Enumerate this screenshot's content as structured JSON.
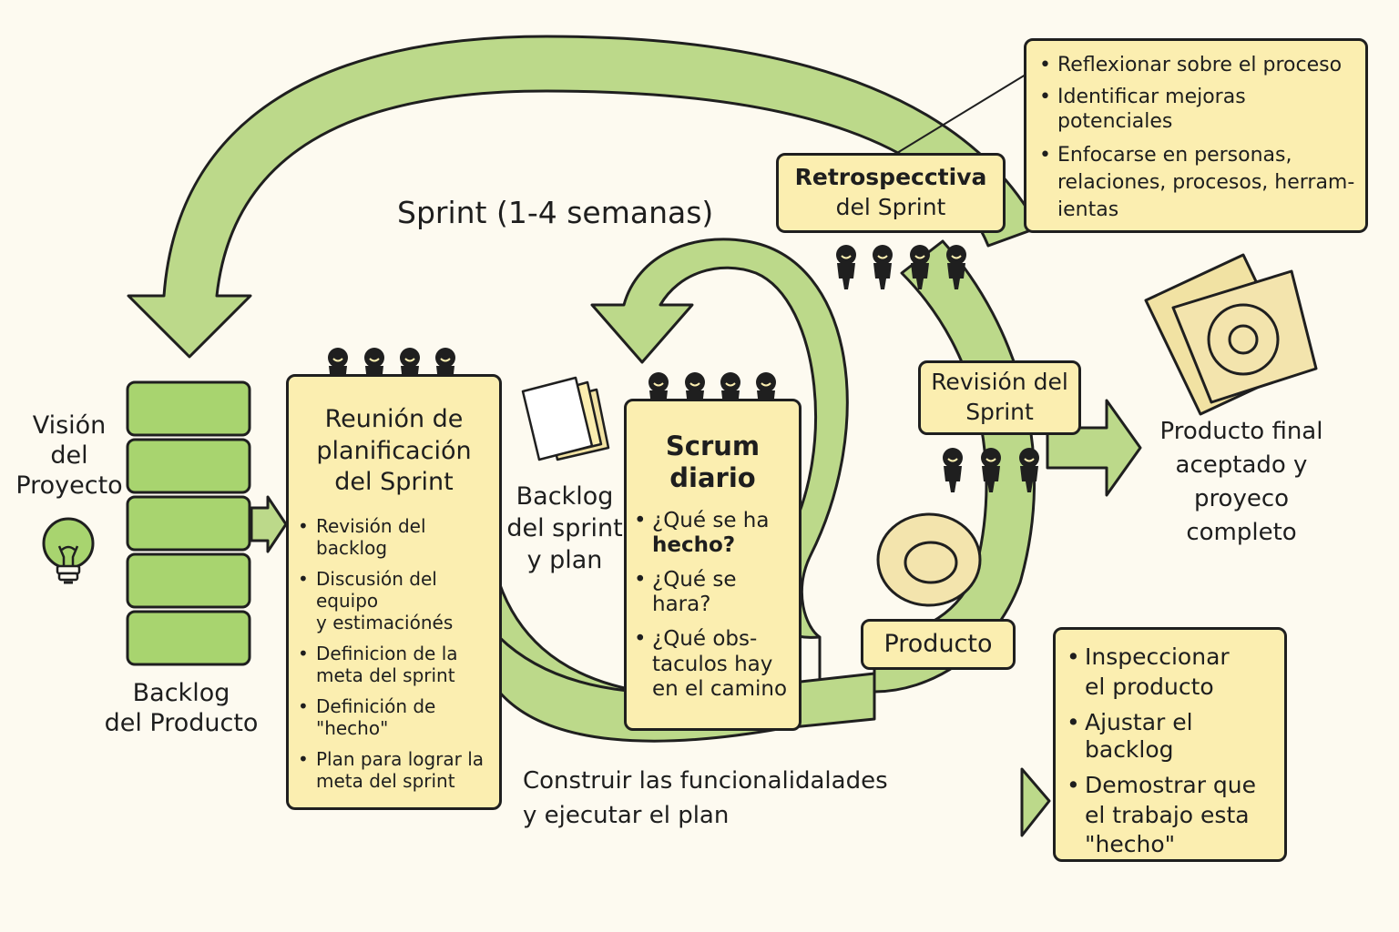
{
  "colors": {
    "arrow": "#bcd98a",
    "arrow_stroke": "#1f1f1f",
    "box": "#fbeeb0",
    "backlog_block": "#a8d46f",
    "background": "#fdfaf0",
    "people": "#1f1f1f"
  },
  "vision": {
    "label_lines": [
      "Visión",
      "del",
      "Proyecto"
    ],
    "icon": "lightbulb-icon"
  },
  "product_backlog": {
    "label_lines": [
      "Backlog",
      "del Producto"
    ],
    "block_count": 5
  },
  "sprint_loop_label": "Sprint (1-4 semanas)",
  "planning": {
    "title_lines": [
      "Reunión de",
      "planificación",
      "del Sprint"
    ],
    "items": [
      [
        "Revisión del backlog"
      ],
      [
        "Discusión del equipo",
        "y estimaciónés"
      ],
      [
        "Definicion de la",
        "meta del sprint"
      ],
      [
        "Definición de",
        "\"hecho\""
      ],
      [
        "Plan para lograr la",
        "meta del sprint"
      ]
    ]
  },
  "sprint_backlog": {
    "label_lines": [
      "Backlog",
      "del sprint",
      "y plan"
    ],
    "icon": "document-stack-icon"
  },
  "daily_scrum": {
    "title_lines": [
      "Scrum",
      "diario"
    ],
    "items": [
      [
        "¿Qué se ha",
        "hecho?"
      ],
      [
        "¿Qué se hara?"
      ],
      [
        "¿Qué obs-",
        "taculos hay",
        "en el camino"
      ]
    ]
  },
  "build_label_lines": [
    "Construir las funcionalidalades",
    "y ejecutar el plan"
  ],
  "retrospective": {
    "title_lines": [
      "Retrospecctiva",
      "del Sprint"
    ],
    "notes": [
      [
        "Reflexionar sobre el proceso"
      ],
      [
        "Identificar mejoras potenciales"
      ],
      [
        "Enfocarse en personas,",
        "relaciones, procesos, herram-",
        "ientas"
      ]
    ]
  },
  "review": {
    "title_lines": [
      "Revisión del",
      "Sprint"
    ],
    "notes": [
      [
        "Inspeccionar",
        "el producto"
      ],
      [
        "Ajustar el backlog"
      ],
      [
        "Demostrar que",
        "el trabajo esta",
        "\"hecho\""
      ]
    ]
  },
  "product_label": "Producto",
  "final_product": {
    "label_lines": [
      "Producto final",
      "aceptado y",
      "proyeco completo"
    ],
    "icon": "product-package-icon"
  },
  "people_groups": [
    {
      "name": "planning-team-icon",
      "count": 4
    },
    {
      "name": "daily-team-icon",
      "count": 4
    },
    {
      "name": "retro-team-icon",
      "count": 4
    },
    {
      "name": "review-team-icon",
      "count": 3
    }
  ]
}
